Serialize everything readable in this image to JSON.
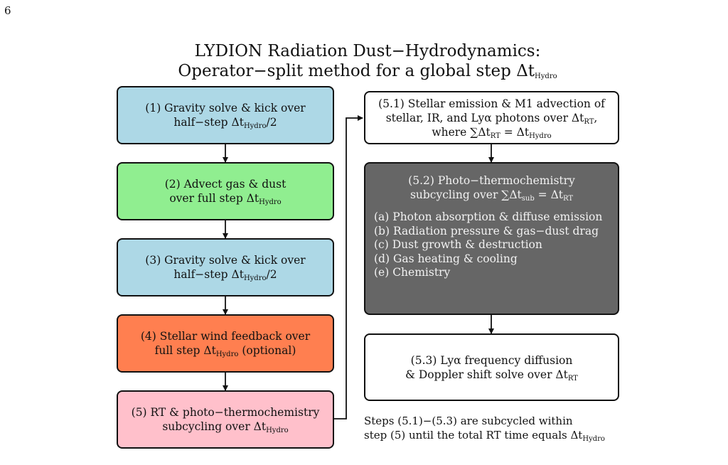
{
  "page_number": "6",
  "title": {
    "line1": "LYDION Radiation Dust−Hydrodynamics:",
    "line2_prefix": "Operator−split method for a global step Δt",
    "line2_sub": "Hydro"
  },
  "colors": {
    "gravity": "#add8e6",
    "advect": "#90ee90",
    "wind": "#ff7f50",
    "rt": "#ffc0cb",
    "photo": "#666666",
    "white": "#ffffff",
    "border": "#111111"
  },
  "steps": {
    "s1": {
      "l1": "(1) Gravity solve & kick over",
      "l2a": "half−step Δt",
      "l2sub": "Hydro",
      "l2b": "/2"
    },
    "s2": {
      "l1": "(2) Advect gas & dust",
      "l2a": "over full step Δt",
      "l2sub": "Hydro"
    },
    "s3": {
      "l1": "(3) Gravity solve & kick over",
      "l2a": "half−step Δt",
      "l2sub": "Hydro",
      "l2b": "/2"
    },
    "s4": {
      "l1": "(4) Stellar wind feedback over",
      "l2a": "full step Δt",
      "l2sub": "Hydro",
      "l2b": " (optional)"
    },
    "s5": {
      "l1": "(5) RT & photo−thermochemistry",
      "l2a": "subcycling over Δt",
      "l2sub": "Hydro"
    },
    "s51": {
      "l1": "(5.1) Stellar emission & M1 advection of",
      "l2a": "stellar, IR, and Lyα photons over Δt",
      "l2sub": "RT",
      "l2b": ",",
      "l3a": "where ∑Δt",
      "l3sub": "RT",
      "l3b": " = Δt",
      "l3sub2": "Hydro"
    },
    "s52": {
      "l1": "(5.2) Photo−thermochemistry",
      "l2a": "subcycling over ∑Δt",
      "l2sub": "sub",
      "l2b": " = Δt",
      "l2sub2": "RT",
      "items": [
        "(a) Photon absorption & diffuse emission",
        "(b) Radiation pressure & gas−dust drag",
        "(c) Dust growth & destruction",
        "(d) Gas heating & cooling",
        "(e) Chemistry"
      ]
    },
    "s53": {
      "l1": "(5.3) Lyα frequency diffusion",
      "l2a": "& Doppler shift solve over Δt",
      "l2sub": "RT"
    }
  },
  "note": {
    "l1": "Steps (5.1)−(5.3) are subcycled within",
    "l2a": "step (5) until the total RT time equals Δt",
    "l2sub": "Hydro"
  }
}
